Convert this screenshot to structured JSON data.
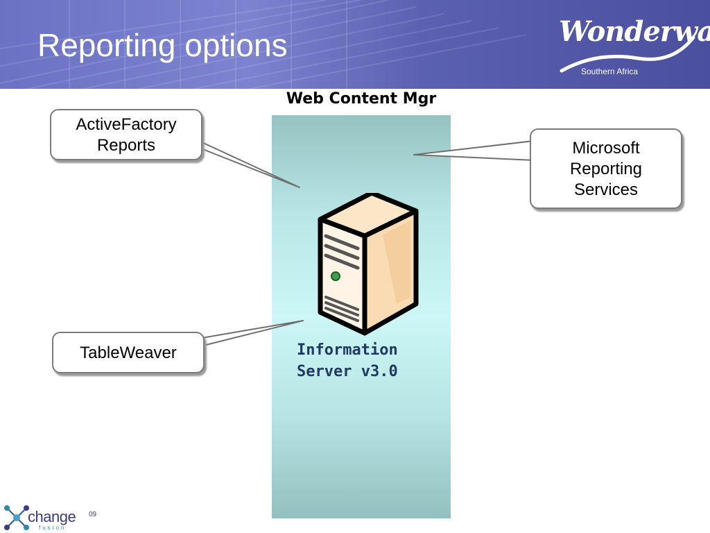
{
  "slide": {
    "title": "Reporting options"
  },
  "logo": {
    "brand": "Wonderware",
    "subtitle": "Southern Africa"
  },
  "diagram": {
    "column_label": "Web Content Mgr",
    "server_label_lines": [
      "Information",
      "Server v3.0"
    ],
    "callouts": {
      "activefactory": [
        "ActiveFactory",
        "Reports"
      ],
      "microsoft": [
        "Microsoft",
        "Reporting",
        "Services"
      ],
      "tableweaver": [
        "TableWeaver"
      ]
    }
  },
  "footer_logo": {
    "word": "change",
    "superscript": "09",
    "subtitle": "fusion"
  },
  "colors": {
    "banner": "#6b72c4",
    "column": "#cdf7f7",
    "server_label": "#203864"
  }
}
